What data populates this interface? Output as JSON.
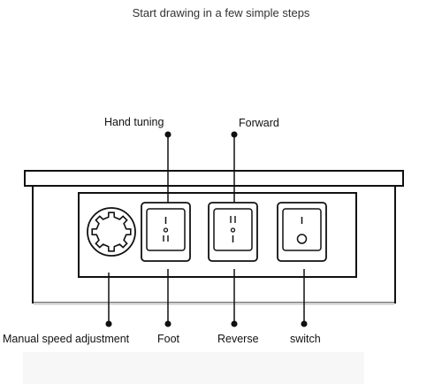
{
  "title": "Start drawing in a few simple steps",
  "labels": {
    "hand_tuning": "Hand tuning",
    "forward": "Forward",
    "manual_speed": "Manual speed adjustment",
    "foot": "Foot",
    "reverse": "Reverse",
    "switch": "switch"
  },
  "switches": {
    "hand_foot": {
      "top": "I",
      "bottom": "II"
    },
    "direction": {
      "top": "II",
      "bottom": "I"
    },
    "power": {
      "top": "I",
      "bottom": "O"
    }
  },
  "colors": {
    "line": "#111111",
    "shadow": "#cfcfcf"
  }
}
